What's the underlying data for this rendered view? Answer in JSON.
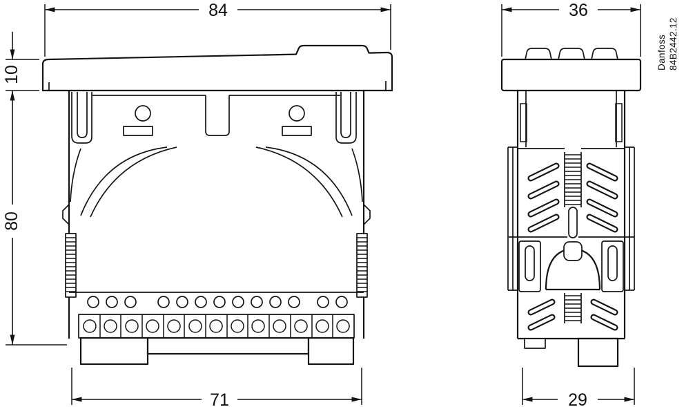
{
  "drawing": {
    "brand": "Danfoss",
    "part_number": "84B2442.12",
    "dimensions": {
      "front_width": "84",
      "front_bezel_height": "10",
      "front_body_height": "80",
      "front_bottom_width": "71",
      "side_width": "36",
      "side_bottom_width": "29"
    }
  }
}
